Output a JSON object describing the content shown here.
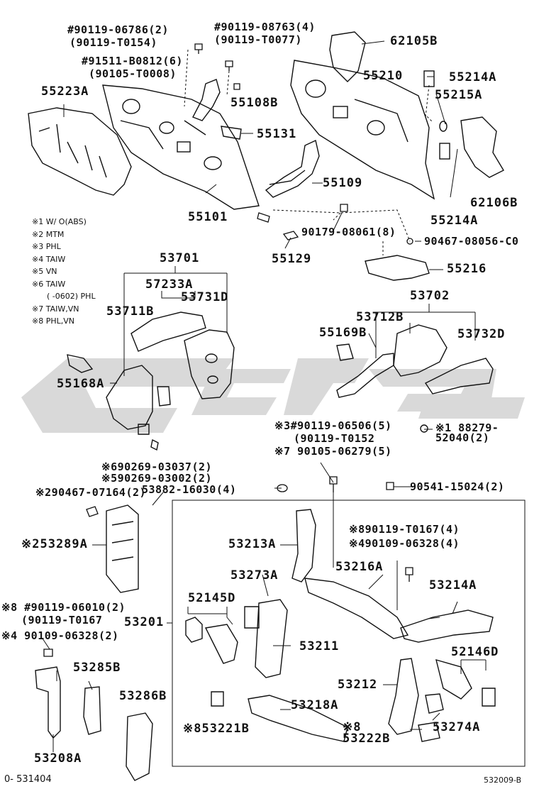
{
  "footer": {
    "left": "0- 531404",
    "right": "532009-B"
  },
  "notes": [
    "※1 W/ O(ABS)",
    "※2 MTM",
    "※3 PHL",
    "※4 TAIW",
    "※5 VN",
    "※6 TAIW",
    "( -0602) PHL",
    "※7 TAIW,VN",
    "※8 PHL,VN"
  ],
  "labels": {
    "p1a": "#90119-06786(2)",
    "p1b": "(90119-T0154)",
    "p2a": "#90119-08763(4)",
    "p2b": "(90119-T0077)",
    "p3a": "#91511-B0812(6)",
    "p3b": "(90105-T0008)",
    "p62105B": "62105B",
    "p55210": "55210",
    "p55214A_top": "55214A",
    "p55215A": "55215A",
    "p55223A": "55223A",
    "p55108B": "55108B",
    "p55131": "55131",
    "p62106B": "62106B",
    "p55109": "55109",
    "p55101": "55101",
    "p55214A_bot": "55214A",
    "p90179": "90179-08061(8)",
    "p90467a": "90467-08056-C0",
    "p55129": "55129",
    "p55216": "55216",
    "p53701": "53701",
    "p57233A": "57233A",
    "p53731D": "53731D",
    "p53711B": "53711B",
    "p53702": "53702",
    "p53712B": "53712B",
    "p55169B": "55169B",
    "p53732D": "53732D",
    "p55168A": "55168A",
    "p90119_06506": "※3#90119-06506(5)",
    "p90119_T0152": "(90119-T0152",
    "p90105_06279": "※7 90105-06279(5)",
    "p88279": "※1 88279-52040(2)",
    "p90269a": "※690269-03037(2)",
    "p90269b": "※590269-03002(2)",
    "p53882": "53882-16030(4)",
    "p90541": "90541-15024(2)",
    "p90467b": "※290467-07164(2)",
    "p90119_T0167": "※890119-T0167(4)",
    "p90109_06328a": "※490109-06328(4)",
    "p53213A": "53213A",
    "p53216A": "53216A",
    "p53289A": "※253289A",
    "p53273A": "53273A",
    "p53214A": "53214A",
    "p52145D": "52145D",
    "p90119_06010": "※8 #90119-06010(2)",
    "p90119_T0167b": "(90119-T0167",
    "p53201": "53201",
    "p90109_06328b": "※4 90109-06328(2)",
    "p53211": "53211",
    "p52146D": "52146D",
    "p53285B": "53285B",
    "p53212": "53212",
    "p53286B": "53286B",
    "p53218A": "53218A",
    "p53221B": "※853221B",
    "p53274A": "53274A",
    "p53222B": "※8 53222B",
    "p53208A": "53208A"
  },
  "colors": {
    "ink": "#111111",
    "watermark": "#d9d9d9"
  }
}
